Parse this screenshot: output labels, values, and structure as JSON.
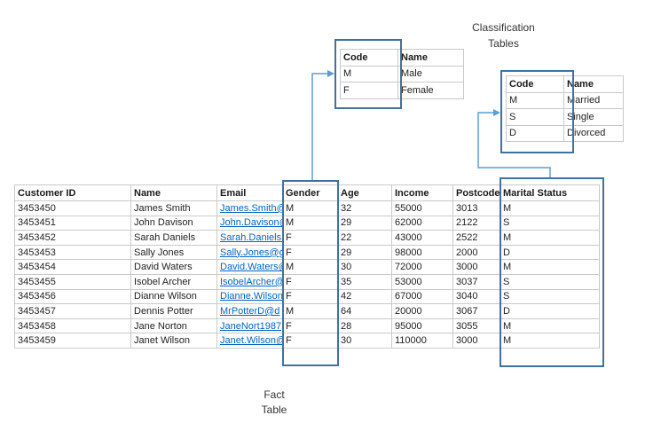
{
  "labels": {
    "classification_tables": "Classification\nTables",
    "fact_table": "Fact\nTable"
  },
  "gender_table": {
    "headers": [
      "Code",
      "Name"
    ],
    "rows": [
      [
        "M",
        "Male"
      ],
      [
        "F",
        "Female"
      ]
    ]
  },
  "marital_table": {
    "headers": [
      "Code",
      "Name"
    ],
    "rows": [
      [
        "M",
        "Married"
      ],
      [
        "S",
        "Single"
      ],
      [
        "D",
        "Divorced"
      ]
    ]
  },
  "fact_table": {
    "headers": [
      "Customer ID",
      "Name",
      "Email",
      "Gender",
      "Age",
      "Income",
      "Postcode",
      "Marital Status"
    ],
    "rows": [
      [
        "3453450",
        "James Smith",
        "James.Smith@",
        "M",
        "32",
        "55000",
        "3013",
        "M"
      ],
      [
        "3453451",
        "John Davison",
        "John.Davison@",
        "M",
        "29",
        "62000",
        "2122",
        "S"
      ],
      [
        "3453452",
        "Sarah Daniels",
        "Sarah.Daniels@",
        "F",
        "22",
        "43000",
        "2522",
        "M"
      ],
      [
        "3453453",
        "Sally Jones",
        "Sally.Jones@g",
        "F",
        "29",
        "98000",
        "2000",
        "D"
      ],
      [
        "3453454",
        "David Waters",
        "David.Waters@",
        "M",
        "30",
        "72000",
        "3000",
        "M"
      ],
      [
        "3453455",
        "Isobel Archer",
        "IsobelArcher@",
        "F",
        "35",
        "53000",
        "3037",
        "S"
      ],
      [
        "3453456",
        "Dianne Wilson",
        "Dianne.Wilson",
        "F",
        "42",
        "67000",
        "3040",
        "S"
      ],
      [
        "3453457",
        "Dennis Potter",
        "MrPotterD@d",
        "M",
        "64",
        "20000",
        "3067",
        "D"
      ],
      [
        "3453458",
        "Jane Norton",
        "JaneNort1987",
        "F",
        "28",
        "95000",
        "3055",
        "M"
      ],
      [
        "3453459",
        "Janet Wilson",
        "Janet.Wilson@",
        "F",
        "30",
        "110000",
        "3000",
        "M"
      ]
    ]
  },
  "colors": {
    "box_outline_blue": "#41719C",
    "connector_blue": "#5B9BD5",
    "hyperlink_blue": "#0563C1",
    "grid_gray": "#C9C9C9"
  }
}
